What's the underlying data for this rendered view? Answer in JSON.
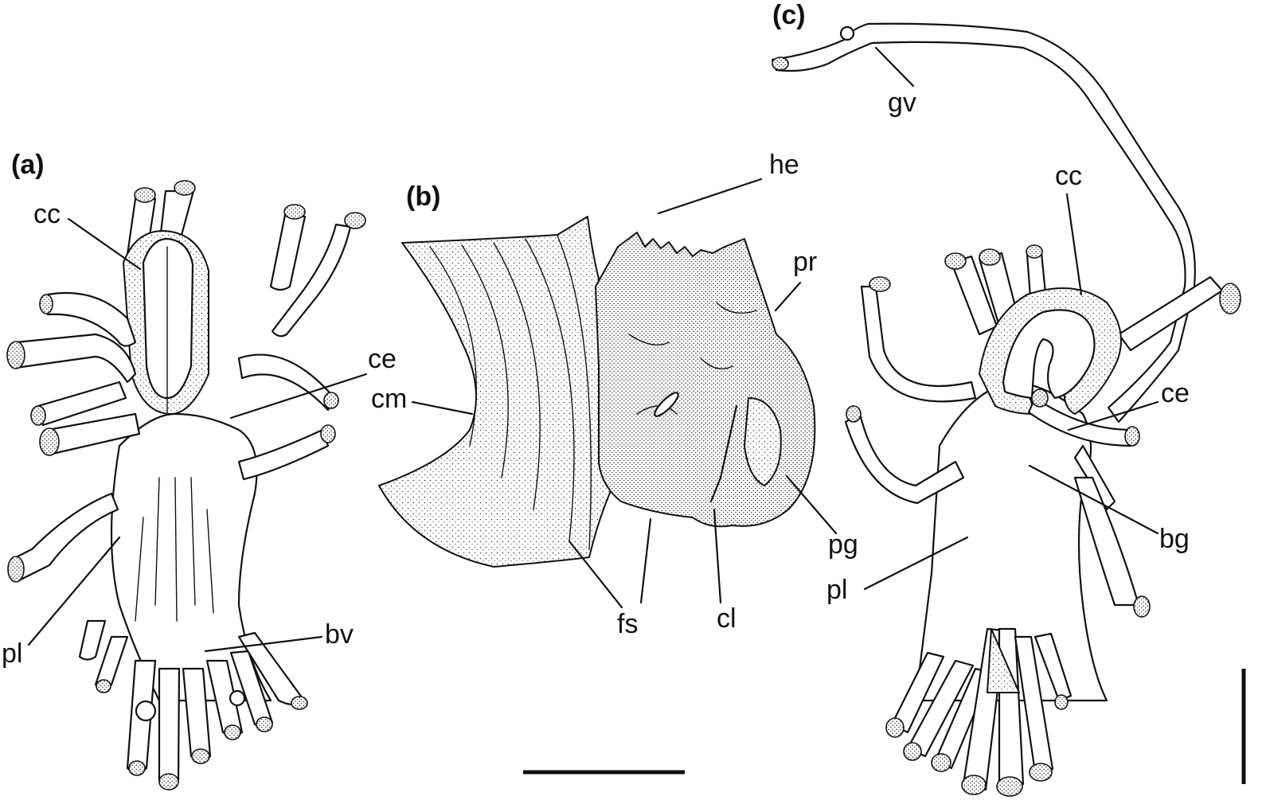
{
  "panels": {
    "a": {
      "title": "(a)",
      "labels": {
        "cc": "cc",
        "ce": "ce",
        "pl": "pl",
        "bv": "bv"
      }
    },
    "b": {
      "title": "(b)",
      "labels": {
        "he": "he",
        "pr": "pr",
        "cm": "cm",
        "pg": "pg",
        "fs": "fs",
        "cl": "cl"
      }
    },
    "c": {
      "title": "(c)",
      "labels": {
        "gv": "gv",
        "cc": "cc",
        "ce": "ce",
        "bg": "bg",
        "pl": "pl"
      }
    }
  },
  "scale_bars": {
    "horizontal": "scale-bar",
    "vertical": "scale-bar"
  },
  "colors": {
    "ink": "#111111",
    "background": "#ffffff"
  }
}
